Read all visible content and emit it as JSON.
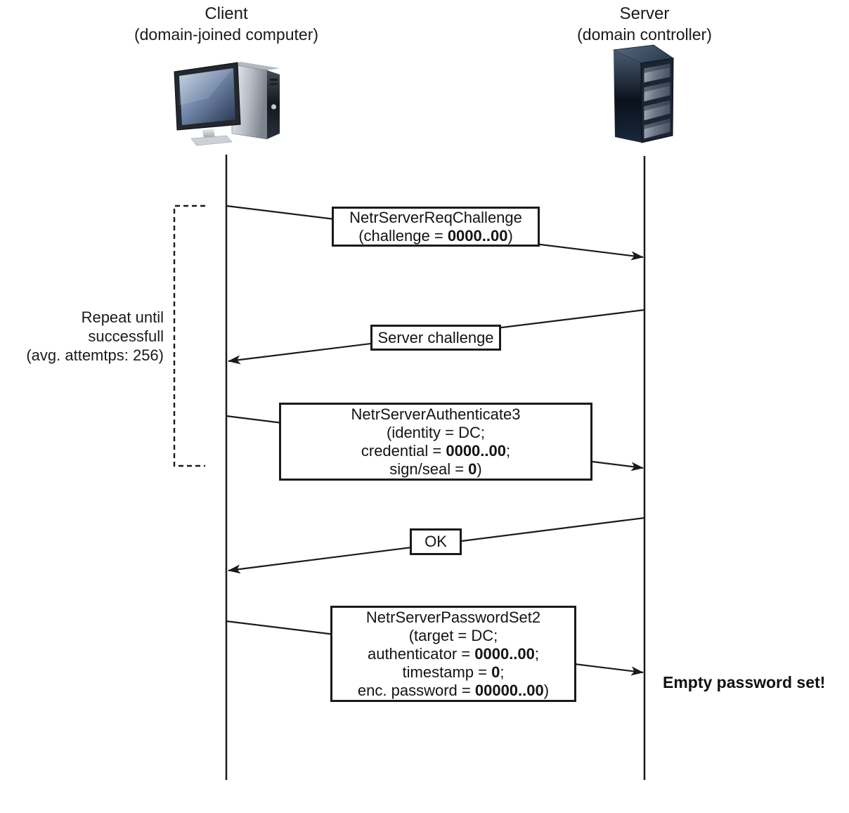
{
  "client": {
    "title": "Client",
    "subtitle": "(domain-joined computer)"
  },
  "server": {
    "title": "Server",
    "subtitle": "(domain controller)"
  },
  "loop_note": {
    "line1": "Repeat until",
    "line2": "successfull",
    "line3": "(avg. attemtps: 256)"
  },
  "annotation": {
    "text": "Empty password set!"
  },
  "colors": {
    "ink": "#1a1a1a",
    "background": "#ffffff",
    "screen_blue": "#7288aa",
    "server_navy": "#2c3c52"
  },
  "messages": [
    {
      "name": "NetrServerReqChallenge",
      "from": "client",
      "to": "server",
      "lines": [
        [
          {
            "text": "NetrServerReqChallenge"
          }
        ],
        [
          {
            "text": "(challenge = "
          },
          {
            "text": "0000..00",
            "bold": true
          },
          {
            "text": ")"
          }
        ]
      ]
    },
    {
      "name": "Server challenge",
      "from": "server",
      "to": "client",
      "lines": [
        [
          {
            "text": "Server challenge"
          }
        ]
      ]
    },
    {
      "name": "NetrServerAuthenticate3",
      "from": "client",
      "to": "server",
      "lines": [
        [
          {
            "text": "NetrServerAuthenticate3"
          }
        ],
        [
          {
            "text": "(identity = DC;"
          }
        ],
        [
          {
            "text": "credential = "
          },
          {
            "text": "0000..00",
            "bold": true
          },
          {
            "text": ";"
          }
        ],
        [
          {
            "text": "sign/seal = "
          },
          {
            "text": "0",
            "bold": true
          },
          {
            "text": ")"
          }
        ]
      ]
    },
    {
      "name": "OK",
      "from": "server",
      "to": "client",
      "lines": [
        [
          {
            "text": "OK"
          }
        ]
      ]
    },
    {
      "name": "NetrServerPasswordSet2",
      "from": "client",
      "to": "server",
      "lines": [
        [
          {
            "text": "NetrServerPasswordSet2"
          }
        ],
        [
          {
            "text": "(target = DC;"
          }
        ],
        [
          {
            "text": "authenticator = "
          },
          {
            "text": "0000..00",
            "bold": true
          },
          {
            "text": ";"
          }
        ],
        [
          {
            "text": "timestamp = "
          },
          {
            "text": "0",
            "bold": true
          },
          {
            "text": ";"
          }
        ],
        [
          {
            "text": "enc. password = "
          },
          {
            "text": "00000..00",
            "bold": true
          },
          {
            "text": ")"
          }
        ]
      ]
    }
  ]
}
